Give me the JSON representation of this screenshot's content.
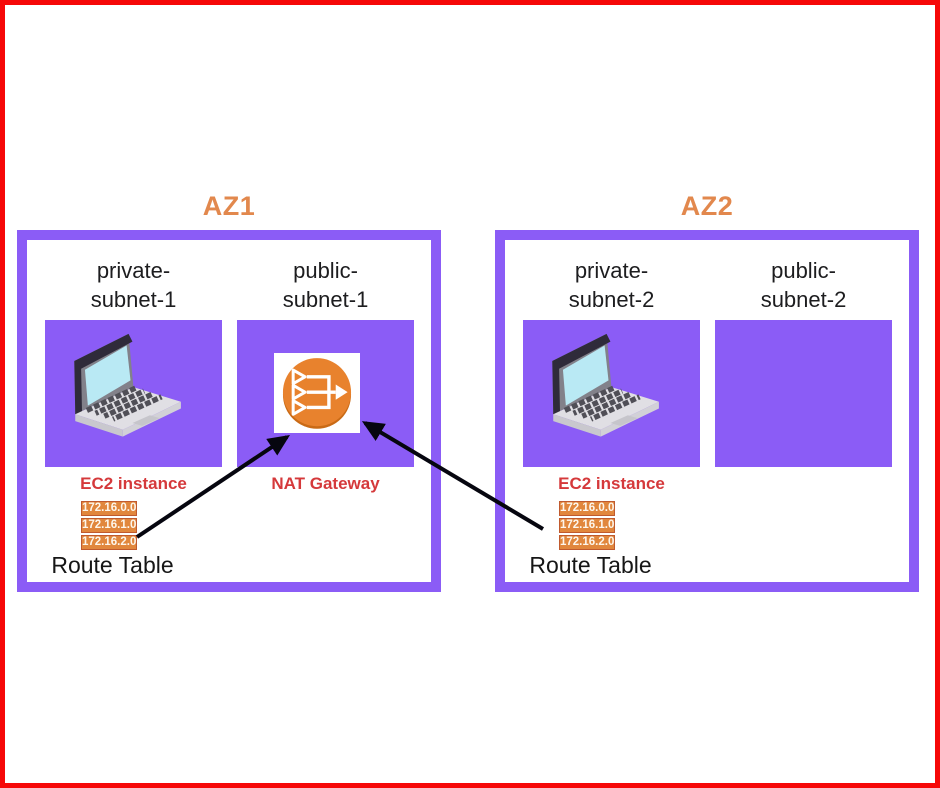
{
  "colors": {
    "frame_red": "#F60808",
    "purple": "#8B5CF6",
    "az_title_orange": "#E2884D",
    "unit_label_red": "#D5393B",
    "badge_orange": "#E1873D",
    "arrow_black": "#06060F",
    "nat_circle_orange": "#E8822D",
    "laptop_screen_cyan": "#B9E9F4"
  },
  "icons": {
    "ec2": "laptop-icon",
    "nat": "nat-gateway-icon",
    "route_arrow": "arrow-to-nat-gateway"
  },
  "az1": {
    "title": "AZ1",
    "private_subnet": {
      "label_line1": "private-",
      "label_line2": "subnet-1",
      "instance_label": "EC2 instance"
    },
    "public_subnet": {
      "label_line1": "public-",
      "label_line2": "subnet-1",
      "gateway_label": "NAT Gateway"
    },
    "route_table": {
      "label": "Route Table",
      "routes": [
        "172.16.0.0",
        "172.16.1.0",
        "172.16.2.0"
      ]
    }
  },
  "az2": {
    "title": "AZ2",
    "private_subnet": {
      "label_line1": "private-",
      "label_line2": "subnet-2",
      "instance_label": "EC2 instance"
    },
    "public_subnet": {
      "label_line1": "public-",
      "label_line2": "subnet-2"
    },
    "route_table": {
      "label": "Route Table",
      "routes": [
        "172.16.0.0",
        "172.16.1.0",
        "172.16.2.0"
      ]
    }
  }
}
